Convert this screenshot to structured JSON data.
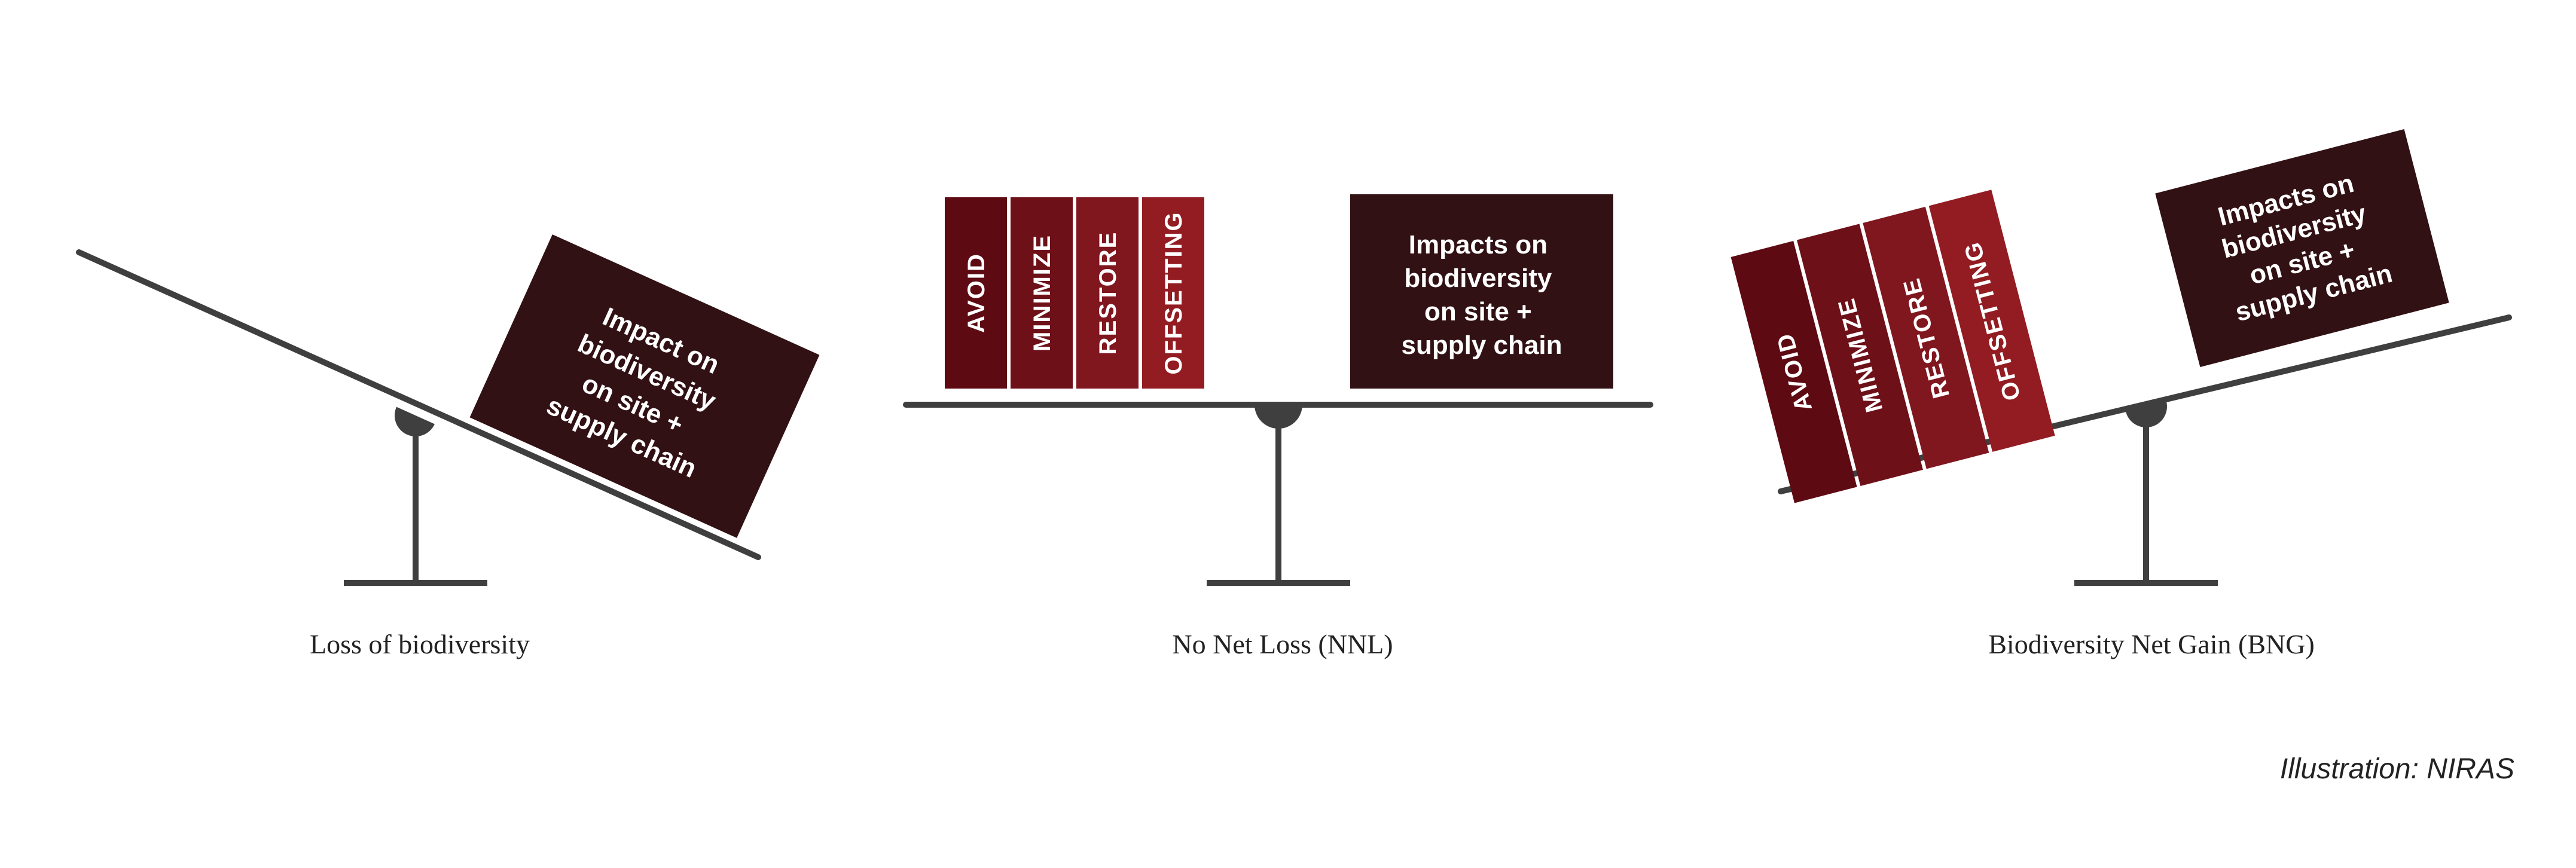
{
  "colors": {
    "beam": "#3f3f3f",
    "impact_box": "#311114",
    "step_fills": [
      "#5e0a13",
      "#6e1018",
      "#80161e",
      "#921c22"
    ],
    "text_on_dark": "#ffffff",
    "caption_text": "#222222"
  },
  "mitigation_steps": [
    "AVOID",
    "MINIMIZE",
    "RESTORE",
    "OFFSETTING"
  ],
  "scales": [
    {
      "caption": "Loss of biodiversity",
      "impact_lines": [
        "Impact on",
        "biodiversity",
        "on site +",
        "supply chain"
      ]
    },
    {
      "caption": "No Net Loss (NNL)",
      "impact_lines": [
        "Impacts on",
        "biodiversity",
        "on site +",
        "supply chain"
      ]
    },
    {
      "caption": "Biodiversity Net Gain (BNG)",
      "impact_lines": [
        "Impacts on",
        "biodiversity",
        "on site +",
        "supply chain"
      ]
    }
  ],
  "credit": "Illustration: NIRAS"
}
